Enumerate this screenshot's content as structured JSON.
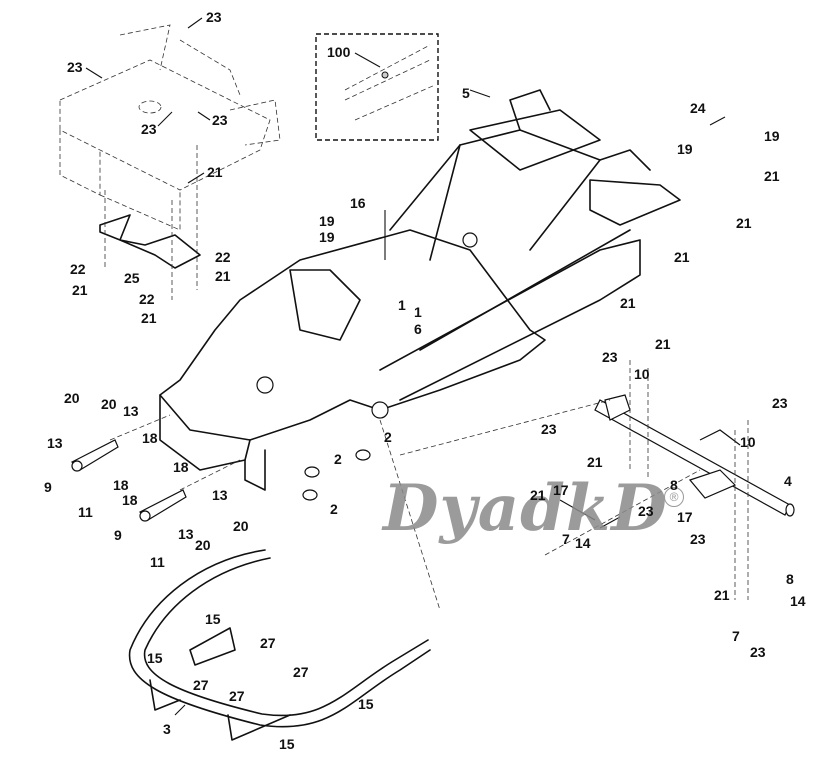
{
  "diagram": {
    "type": "exploded parts diagram",
    "subject": "Riding mower frame assembly",
    "watermark": {
      "text": "DyadkD",
      "registered_mark": "®"
    },
    "inset_callout": "100",
    "callouts": [
      {
        "id": "c23a",
        "label": "23"
      },
      {
        "id": "c23b",
        "label": "23"
      },
      {
        "id": "c23c",
        "label": "23"
      },
      {
        "id": "c23d",
        "label": "23"
      },
      {
        "id": "c21a",
        "label": "21"
      },
      {
        "id": "c22a",
        "label": "22"
      },
      {
        "id": "c21b",
        "label": "21"
      },
      {
        "id": "c25",
        "label": "25"
      },
      {
        "id": "c22b",
        "label": "22"
      },
      {
        "id": "c21c",
        "label": "21"
      },
      {
        "id": "c22c",
        "label": "22"
      },
      {
        "id": "c21d",
        "label": "21"
      },
      {
        "id": "c100",
        "label": "100"
      },
      {
        "id": "c5",
        "label": "5"
      },
      {
        "id": "c24",
        "label": "24"
      },
      {
        "id": "c19a",
        "label": "19"
      },
      {
        "id": "c19b",
        "label": "19"
      },
      {
        "id": "c21e",
        "label": "21"
      },
      {
        "id": "c21f",
        "label": "21"
      },
      {
        "id": "c16",
        "label": "16"
      },
      {
        "id": "c19c",
        "label": "19"
      },
      {
        "id": "c19d",
        "label": "19"
      },
      {
        "id": "c21g",
        "label": "21"
      },
      {
        "id": "c21h",
        "label": "21"
      },
      {
        "id": "c1a",
        "label": "1"
      },
      {
        "id": "c1b",
        "label": "1"
      },
      {
        "id": "c6",
        "label": "6"
      },
      {
        "id": "c20a",
        "label": "20"
      },
      {
        "id": "c20b",
        "label": "20"
      },
      {
        "id": "c13a",
        "label": "13"
      },
      {
        "id": "c13b",
        "label": "13"
      },
      {
        "id": "c18a",
        "label": "18"
      },
      {
        "id": "c18b",
        "label": "18"
      },
      {
        "id": "c9a",
        "label": "9"
      },
      {
        "id": "c11a",
        "label": "11"
      },
      {
        "id": "c18c",
        "label": "18"
      },
      {
        "id": "c18d",
        "label": "18"
      },
      {
        "id": "c13c",
        "label": "13"
      },
      {
        "id": "c13d",
        "label": "13"
      },
      {
        "id": "c20c",
        "label": "20"
      },
      {
        "id": "c20d",
        "label": "20"
      },
      {
        "id": "c9b",
        "label": "9"
      },
      {
        "id": "c11b",
        "label": "11"
      },
      {
        "id": "c2a",
        "label": "2"
      },
      {
        "id": "c2b",
        "label": "2"
      },
      {
        "id": "c2c",
        "label": "2"
      },
      {
        "id": "c23e",
        "label": "23"
      },
      {
        "id": "c21i",
        "label": "21"
      },
      {
        "id": "c10a",
        "label": "10"
      },
      {
        "id": "c23f",
        "label": "23"
      },
      {
        "id": "c21j",
        "label": "21"
      },
      {
        "id": "c21k",
        "label": "21"
      },
      {
        "id": "c17a",
        "label": "17"
      },
      {
        "id": "c8a",
        "label": "8"
      },
      {
        "id": "c23g",
        "label": "23"
      },
      {
        "id": "c10b",
        "label": "10"
      },
      {
        "id": "c4",
        "label": "4"
      },
      {
        "id": "c17b",
        "label": "17"
      },
      {
        "id": "c23h",
        "label": "23"
      },
      {
        "id": "c7a",
        "label": "7"
      },
      {
        "id": "c14a",
        "label": "14"
      },
      {
        "id": "c23i",
        "label": "23"
      },
      {
        "id": "c21l",
        "label": "21"
      },
      {
        "id": "c8b",
        "label": "8"
      },
      {
        "id": "c14b",
        "label": "14"
      },
      {
        "id": "c7b",
        "label": "7"
      },
      {
        "id": "c23j",
        "label": "23"
      },
      {
        "id": "c15a",
        "label": "15"
      },
      {
        "id": "c15b",
        "label": "15"
      },
      {
        "id": "c27a",
        "label": "27"
      },
      {
        "id": "c27b",
        "label": "27"
      },
      {
        "id": "c27c",
        "label": "27"
      },
      {
        "id": "c27d",
        "label": "27"
      },
      {
        "id": "c3",
        "label": "3"
      },
      {
        "id": "c15c",
        "label": "15"
      },
      {
        "id": "c15d",
        "label": "15"
      }
    ]
  }
}
